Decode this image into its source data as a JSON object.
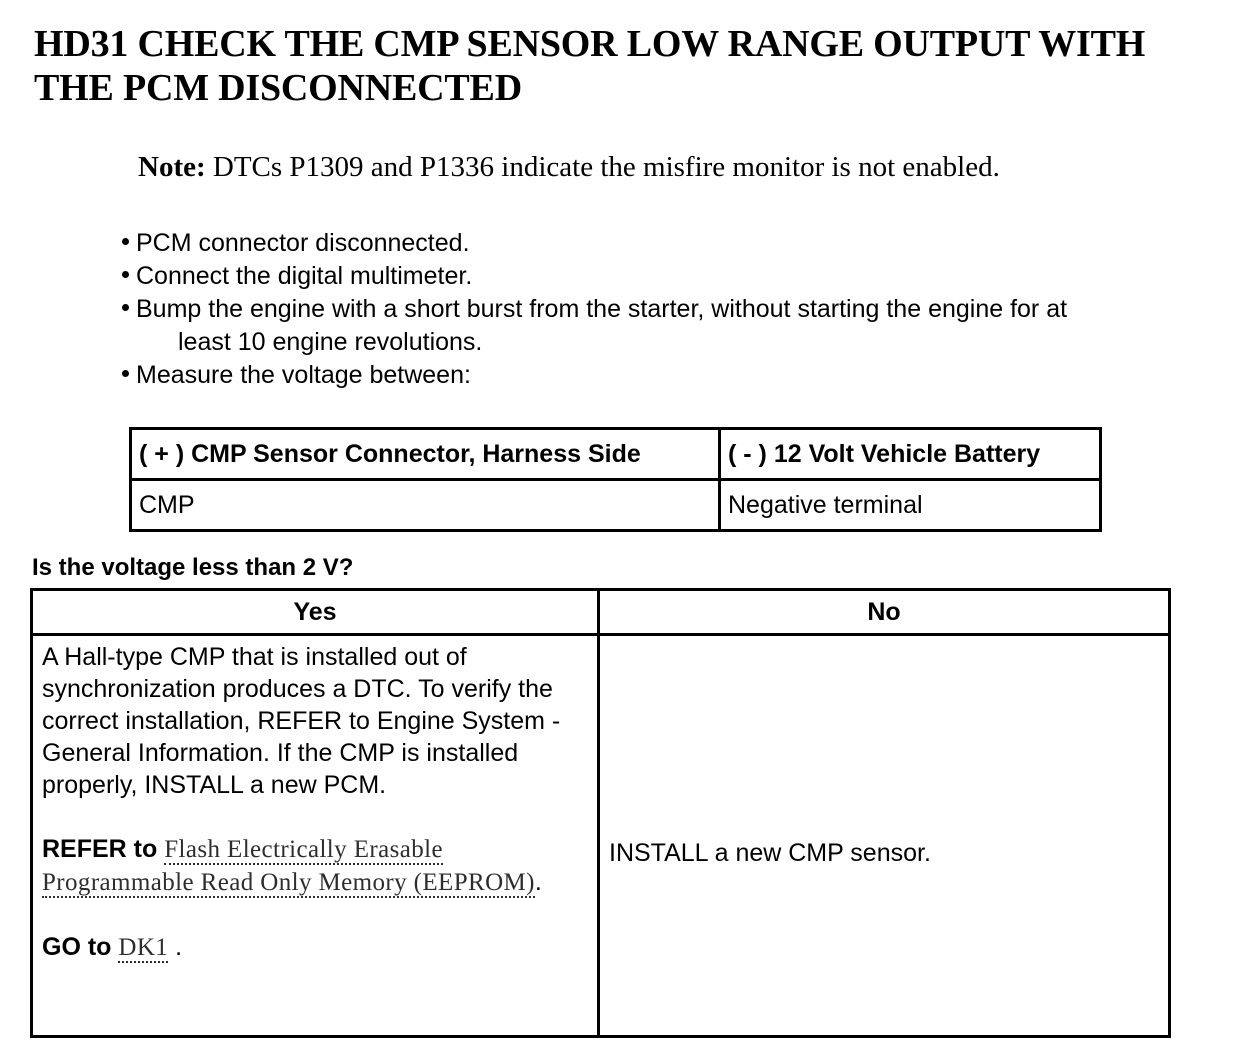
{
  "page": {
    "title": "HD31 CHECK THE CMP SENSOR LOW RANGE OUTPUT WITH THE PCM DISCONNECTED"
  },
  "note": {
    "label": "Note:",
    "text": " DTCs P1309 and P1336 indicate the misfire monitor is not enabled."
  },
  "bullets": [
    {
      "text": "PCM connector disconnected.",
      "continuation": ""
    },
    {
      "text": "Connect the digital multimeter.",
      "continuation": ""
    },
    {
      "text": "Bump the engine with a short burst from the starter, without starting the engine for at",
      "continuation": "least 10 engine revolutions."
    },
    {
      "text": "Measure the voltage between:",
      "continuation": ""
    }
  ],
  "measure_table": {
    "headers": [
      "( + ) CMP Sensor Connector, Harness Side",
      "( - ) 12 Volt Vehicle Battery"
    ],
    "rows": [
      [
        "CMP",
        "Negative terminal"
      ]
    ]
  },
  "question": "Is the voltage less than 2 V?",
  "answer_table": {
    "headers": [
      "Yes",
      "No"
    ],
    "yes": {
      "paragraph": "A Hall-type CMP that is installed out of synchronization produces a DTC. To verify the correct installation, REFER to Engine System - General Information. If the CMP is installed properly, INSTALL a new PCM.",
      "refer_prefix": "REFER to ",
      "refer_link": "Flash Electrically Erasable Programmable Read Only Memory (EEPROM)",
      "refer_suffix": ".",
      "goto_prefix": "GO to ",
      "goto_link": "DK1",
      "goto_suffix": " ."
    },
    "no": {
      "text": "INSTALL a new CMP sensor."
    }
  },
  "colors": {
    "text": "#000000",
    "background": "#ffffff",
    "border": "#000000"
  }
}
